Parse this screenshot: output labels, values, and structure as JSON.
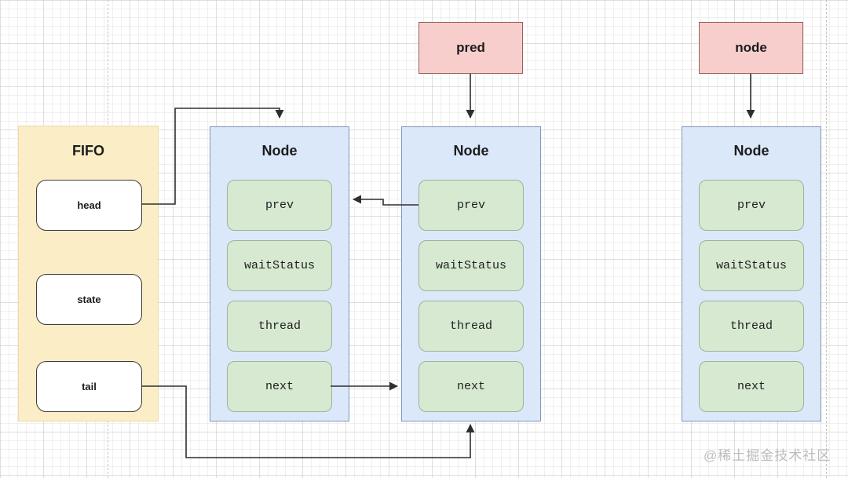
{
  "diagram": {
    "fifo": {
      "title": "FIFO",
      "fields": [
        {
          "label": "head"
        },
        {
          "label": "state"
        },
        {
          "label": "tail"
        }
      ]
    },
    "nodes": [
      {
        "title": "Node",
        "fields": [
          {
            "label": "prev"
          },
          {
            "label": "waitStatus"
          },
          {
            "label": "thread"
          },
          {
            "label": "next"
          }
        ]
      },
      {
        "title": "Node",
        "fields": [
          {
            "label": "prev"
          },
          {
            "label": "waitStatus"
          },
          {
            "label": "thread"
          },
          {
            "label": "next"
          }
        ]
      },
      {
        "title": "Node",
        "fields": [
          {
            "label": "prev"
          },
          {
            "label": "waitStatus"
          },
          {
            "label": "thread"
          },
          {
            "label": "next"
          }
        ]
      }
    ],
    "pointers": [
      {
        "label": "pred"
      },
      {
        "label": "node"
      }
    ],
    "edges": [
      "fifo.head -> node1.top",
      "pred -> node2.top",
      "node -> node3.top",
      "node2.prev -> node1.right",
      "node1.next -> node2.left",
      "fifo.tail -> node2.bottom"
    ],
    "colors": {
      "pointer_fill": "#f8cecc",
      "pointer_border": "#97605d",
      "node_fill": "#dbe8fa",
      "node_border": "#8096b8",
      "field_fill": "#d7e9d1",
      "field_border": "#9db39a",
      "fifo_fill": "#fbeec6",
      "fifo_border": "#ecdba8",
      "arrow": "#2e2e2e"
    },
    "watermark": "@稀土掘金技术社区"
  }
}
